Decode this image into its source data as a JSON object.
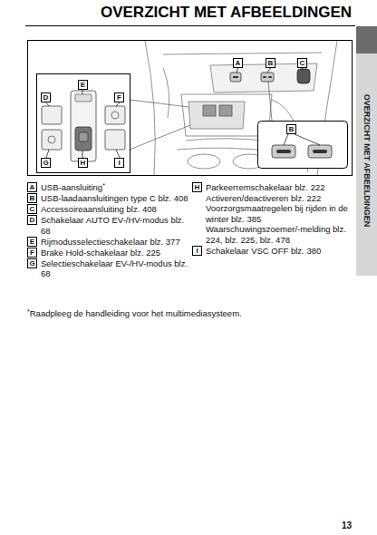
{
  "diagram": {
    "title": "OVERZICHT MET AFBEELDINGEN",
    "labels": [
      "OVERZICHT MET AFBEELDINGEN",
      "A",
      "B",
      "C",
      "D",
      "E",
      "F",
      "G",
      "H",
      "I",
      "B",
      "A",
      "USB-aansluiting",
      "*",
      "B",
      "USB-laadaansluitingen type C blz. 408",
      "C",
      "Accessoireaansluiting blz. 408",
      "D",
      "Schakelaar AUTO EV-/HV-modus blz. 68",
      "E",
      "Rijmodusselectieschakelaar blz. 377",
      "F",
      "Brake Hold-schakelaar blz. 225",
      "G",
      "Selectieschakelaar EV-/HV-modus blz. 68",
      "H",
      "Parkeerremschakelaar blz. 222",
      "Activeren/deactiveren blz. 222",
      "Voorzorgsmaatregelen bij rijden in de winter blz. 385",
      "Waarschuwingszoemer/-melding blz. 224, blz. 225, blz. 478",
      "I",
      "Schakelaar VSC OFF blz. 380",
      "*",
      "Raadpleeg de handleiding voor het multimediasysteem.",
      "13"
    ]
  }
}
